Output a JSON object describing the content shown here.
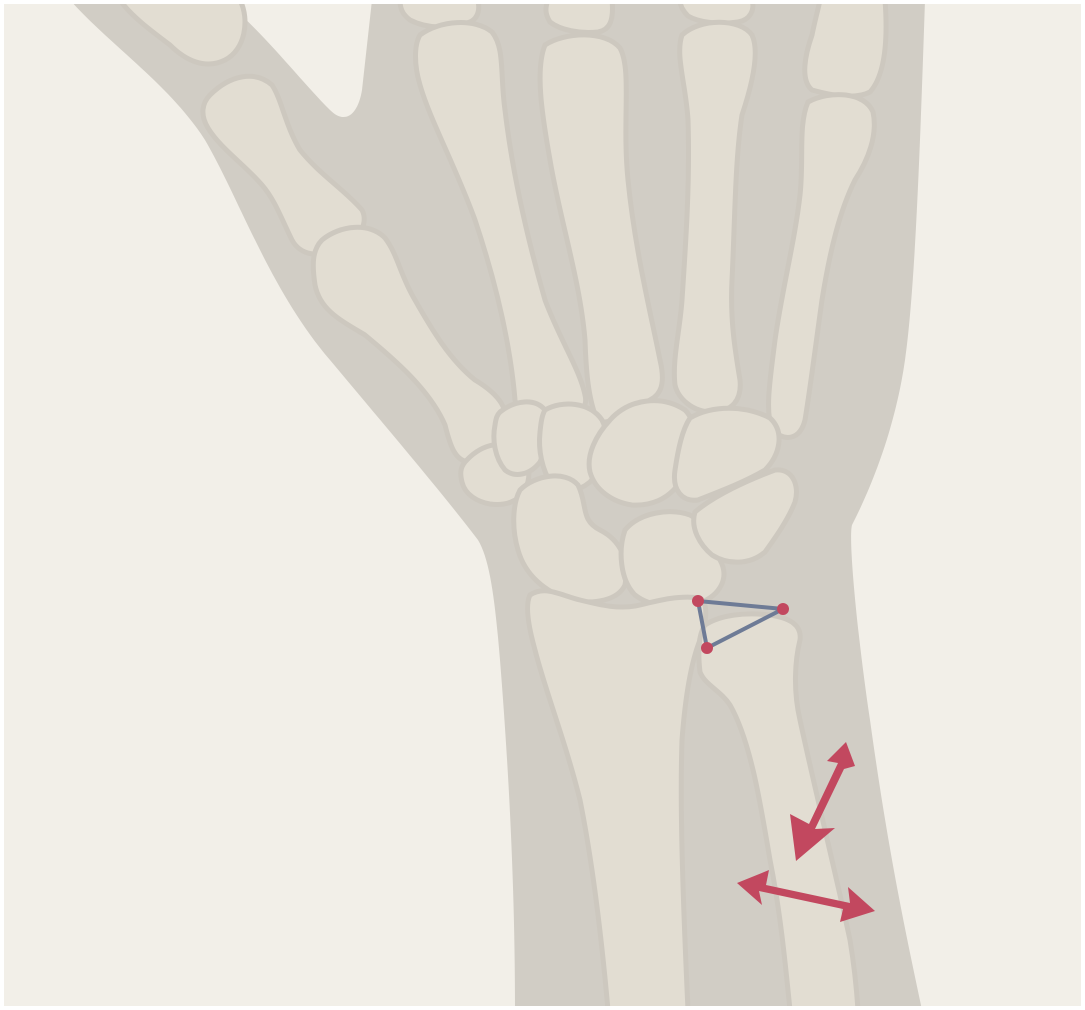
{
  "colors": {
    "background": "#f2efe8",
    "soft_tissue": "#d1cdc5",
    "bone_fill": "#e2ddd2",
    "bone_outline": "#cdc8bf",
    "triangle_line": "#6e7b96",
    "marker_red": "#c2485f",
    "arrow_red": "#c2485f"
  },
  "diagram": {
    "subject": "hand-and-wrist-skeleton",
    "triangle_points": 3,
    "arrows": 2,
    "icons": [
      "double-arrow-icon",
      "double-arrow-icon"
    ]
  }
}
